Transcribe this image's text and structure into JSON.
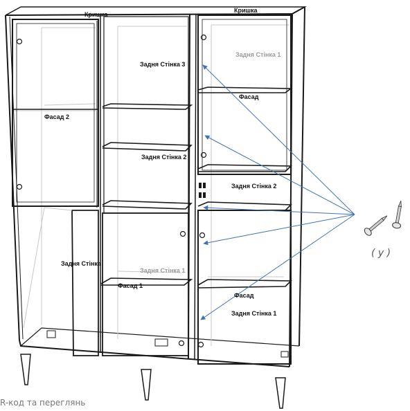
{
  "labels": {
    "top_left": "Кришка",
    "top_right": "Кришка",
    "back_wall_3": "Задня Стінка 3",
    "back_wall_1_top": "Задня Стінка 1",
    "facade_right_top": "Фасад",
    "facade_2": "Фасад 2",
    "back_wall_2_mid": "Задня Стінка 2",
    "back_wall_2_right": "Задня Стінка 2",
    "back_wall_left": "Задня Стінка",
    "back_wall_1_center": "Задня Стінка 1",
    "facade_1": "Фасад 1",
    "facade_right_bottom": "Фасад",
    "back_wall_1_bottom": "Задня Стінка 1"
  },
  "screw_label": "( y )",
  "footer_text": "R-код та переглянь",
  "colors": {
    "arrow": "#3f73b5",
    "line": "#1a1a1a",
    "faint": "#c8c8c8"
  }
}
